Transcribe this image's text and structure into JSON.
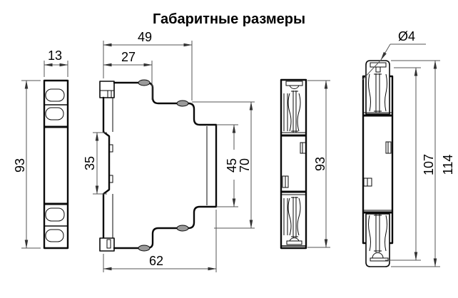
{
  "title": "Габаритные размеры",
  "views": {
    "front_left": {
      "width": "13",
      "height": "93"
    },
    "side": {
      "width_upper": "49",
      "width_top": "27",
      "rail_slot_height": "35",
      "front_face_height": "45",
      "middle_height": "70",
      "width_total": "62"
    },
    "front_right": {
      "height": "93"
    },
    "rear": {
      "hole_diameter": "Ø4",
      "inner_height": "107",
      "total_height": "114"
    }
  }
}
